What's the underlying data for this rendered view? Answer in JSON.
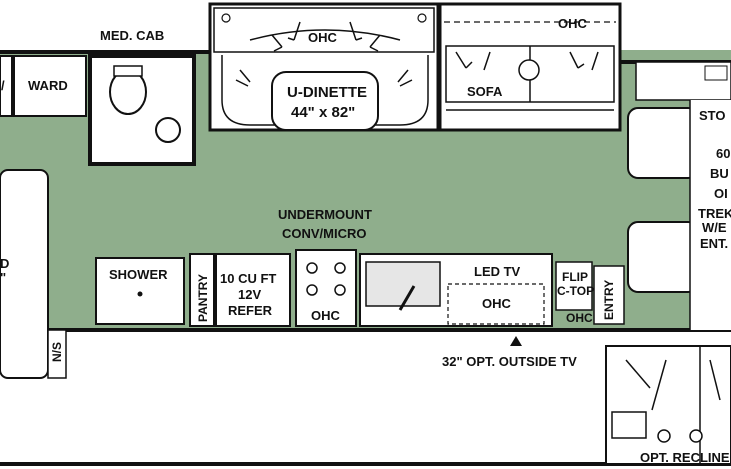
{
  "floorplan": {
    "colors": {
      "floor": "#8fae8c",
      "wall": "#111111",
      "fixture": "#ffffff",
      "fixture_gray": "#e6e6e6"
    },
    "labels": {
      "med_cab": "MED. CAB",
      "ward": "WARD",
      "ward_left_fragment": "/",
      "ohc_dinette": "OHC",
      "u_dinette": "U-DINETTE",
      "u_dinette_size": "44\" x 82\"",
      "ohc_sofa": "OHC",
      "sofa": "SOFA",
      "stove_fragment": "STO",
      "tv_note_1": "60",
      "tv_note_2": "BU",
      "tv_note_3": "OI",
      "tv_note_4": "TREK",
      "tv_note_5": "W/E",
      "tv_note_6": "ENT.",
      "bed_fragment_1": "D",
      "bed_fragment_2": "\"",
      "undermount_1": "UNDERMOUNT",
      "undermount_2": "CONV/MICRO",
      "shower": "SHOWER",
      "pantry": "PANTRY",
      "refer_1": "10 CU FT",
      "refer_2": "12V",
      "refer_3": "REFER",
      "ohc_range": "OHC",
      "led_tv": "LED TV",
      "ohc_kitchen": "OHC",
      "flip_1": "FLIP",
      "flip_2": "C-TOP",
      "ohc_entry": "OHC",
      "entry": "ENTRY",
      "ns": "N/S",
      "outside_tv": "32\" OPT. OUTSIDE TV",
      "recliner": "OPT. RECLINER"
    }
  }
}
